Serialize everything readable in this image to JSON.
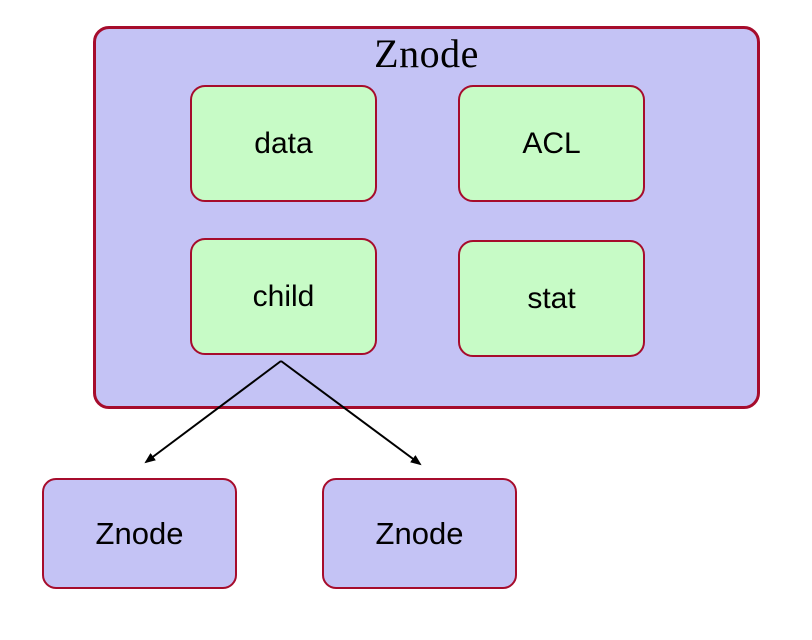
{
  "diagram": {
    "parent_node": {
      "label": "Znode",
      "fields": [
        {
          "id": "data",
          "label": "data"
        },
        {
          "id": "acl",
          "label": "ACL"
        },
        {
          "id": "child",
          "label": "child"
        },
        {
          "id": "stat",
          "label": "stat"
        }
      ]
    },
    "children": [
      {
        "label": "Znode"
      },
      {
        "label": "Znode"
      }
    ],
    "relationships": [
      {
        "from": "child",
        "to": "children.0",
        "type": "arrow"
      },
      {
        "from": "child",
        "to": "children.1",
        "type": "arrow"
      }
    ],
    "colors": {
      "background": "#ffffff",
      "node_fill": "#c4c3f5",
      "field_fill": "#c7fbc6",
      "border": "#a60c2c",
      "arrow": "#000000",
      "text": "#000000"
    }
  }
}
